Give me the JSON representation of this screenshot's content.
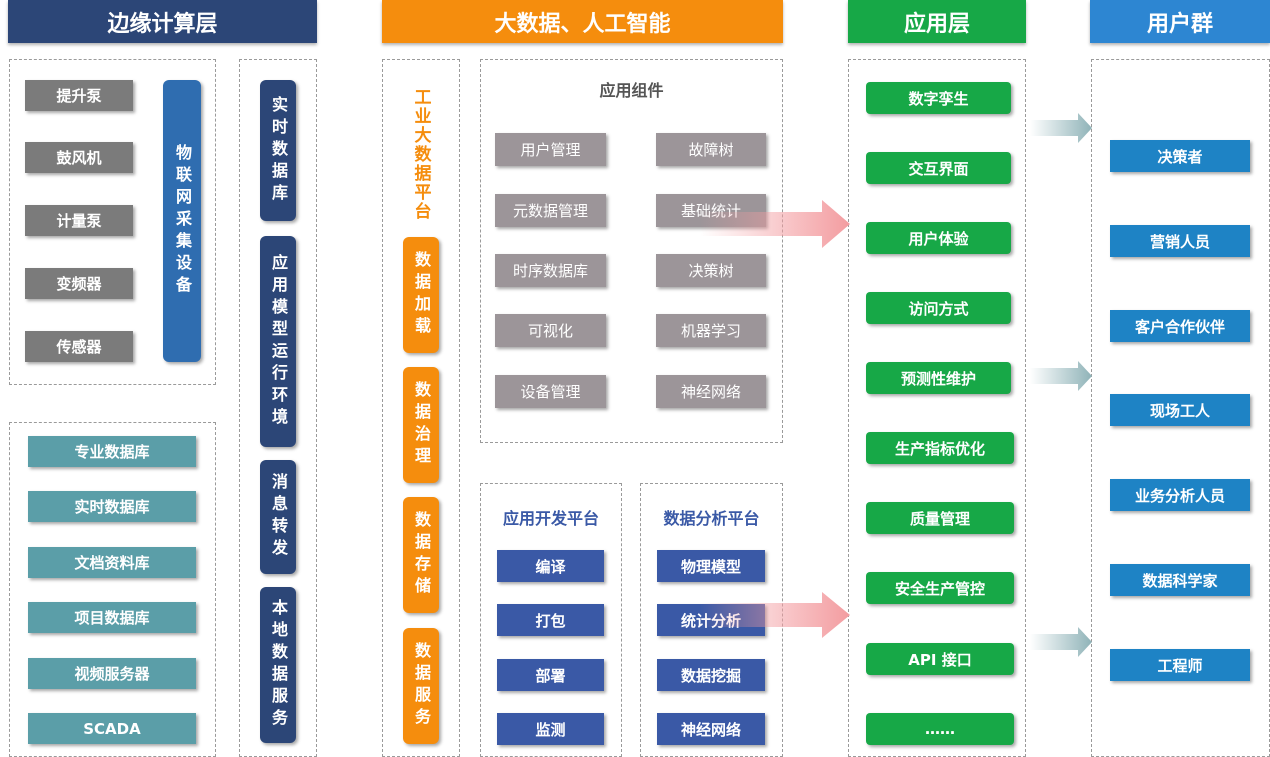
{
  "headers": {
    "edge": "边缘计算层",
    "bigdata": "大数据、人工智能",
    "app": "应用层",
    "users": "用户群"
  },
  "edge": {
    "devices": [
      "提升泵",
      "鼓风机",
      "计量泵",
      "变频器",
      "传感器"
    ],
    "iot": "物联网采集设备",
    "databases": [
      "专业数据库",
      "实时数据库",
      "文档资料库",
      "项目数据库",
      "视频服务器",
      "SCADA"
    ],
    "services": [
      "实时数据库",
      "应用模型运行环境",
      "消息转发",
      "本地数据服务"
    ]
  },
  "bigdata": {
    "platform_title": "工业大数据平台",
    "platform_items": [
      "数据加载",
      "数据治理",
      "数据存储",
      "数据服务"
    ],
    "components_title": "应用组件",
    "components": [
      "用户管理",
      "故障树",
      "元数据管理",
      "基础统计",
      "时序数据库",
      "决策树",
      "可视化",
      "机器学习",
      "设备管理",
      "神经网络"
    ],
    "dev_title": "应用开发平台",
    "dev_items": [
      "编译",
      "打包",
      "部署",
      "监测"
    ],
    "analysis_title": "数据分析平台",
    "analysis_items": [
      "物理模型",
      "统计分析",
      "数据挖掘",
      "神经网络"
    ]
  },
  "app": {
    "items": [
      "数字孪生",
      "交互界面",
      "用户体验",
      "访问方式",
      "预测性维护",
      "生产指标优化",
      "质量管理",
      "安全生产管控",
      "API 接口",
      "……"
    ]
  },
  "users": {
    "items": [
      "决策者",
      "营销人员",
      "客户合作伙伴",
      "现场工人",
      "业务分析人员",
      "数据科学家",
      "工程师"
    ]
  },
  "colors": {
    "edge_header": "#2c4677",
    "bigdata_header": "#f58d0d",
    "app_header": "#17a847",
    "users_header": "#2d86d2",
    "arrow_red": "#f39ca0",
    "arrow_teal": "#8fb3b8"
  }
}
